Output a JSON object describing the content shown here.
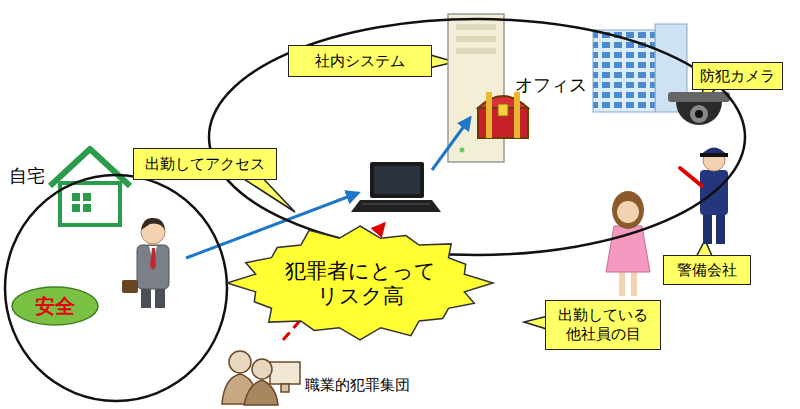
{
  "diagram": {
    "nodes": [
      {
        "text": [
          "社内システム"
        ]
      },
      {
        "text": [
          "オフィス"
        ]
      },
      {
        "text": [
          "防犯カメラ"
        ]
      },
      {
        "text": [
          "自宅"
        ]
      },
      {
        "text": [
          "出勤してアクセス"
        ]
      },
      {
        "text": [
          "安全"
        ],
        "in": 3
      },
      {
        "text": [
          "犯罪者にとって リスク高"
        ]
      },
      {
        "text": [
          "警備会社"
        ]
      },
      {
        "text": [
          "出勤している 他社員の目"
        ]
      }
    ],
    "labels": [
      "職業的犯罪集団"
    ]
  }
}
